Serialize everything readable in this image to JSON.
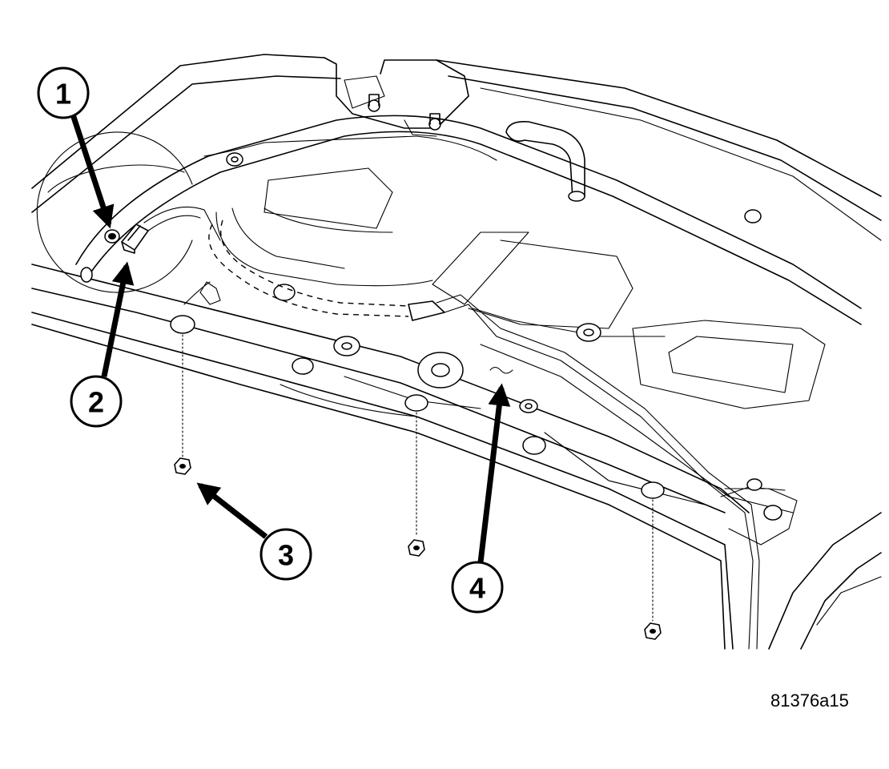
{
  "callouts": [
    {
      "id": "callout-1",
      "label": "1"
    },
    {
      "id": "callout-2",
      "label": "2"
    },
    {
      "id": "callout-3",
      "label": "3"
    },
    {
      "id": "callout-4",
      "label": "4"
    }
  ],
  "figure_id": "81376a15",
  "colors": {
    "line": "#000000",
    "background": "#ffffff"
  }
}
